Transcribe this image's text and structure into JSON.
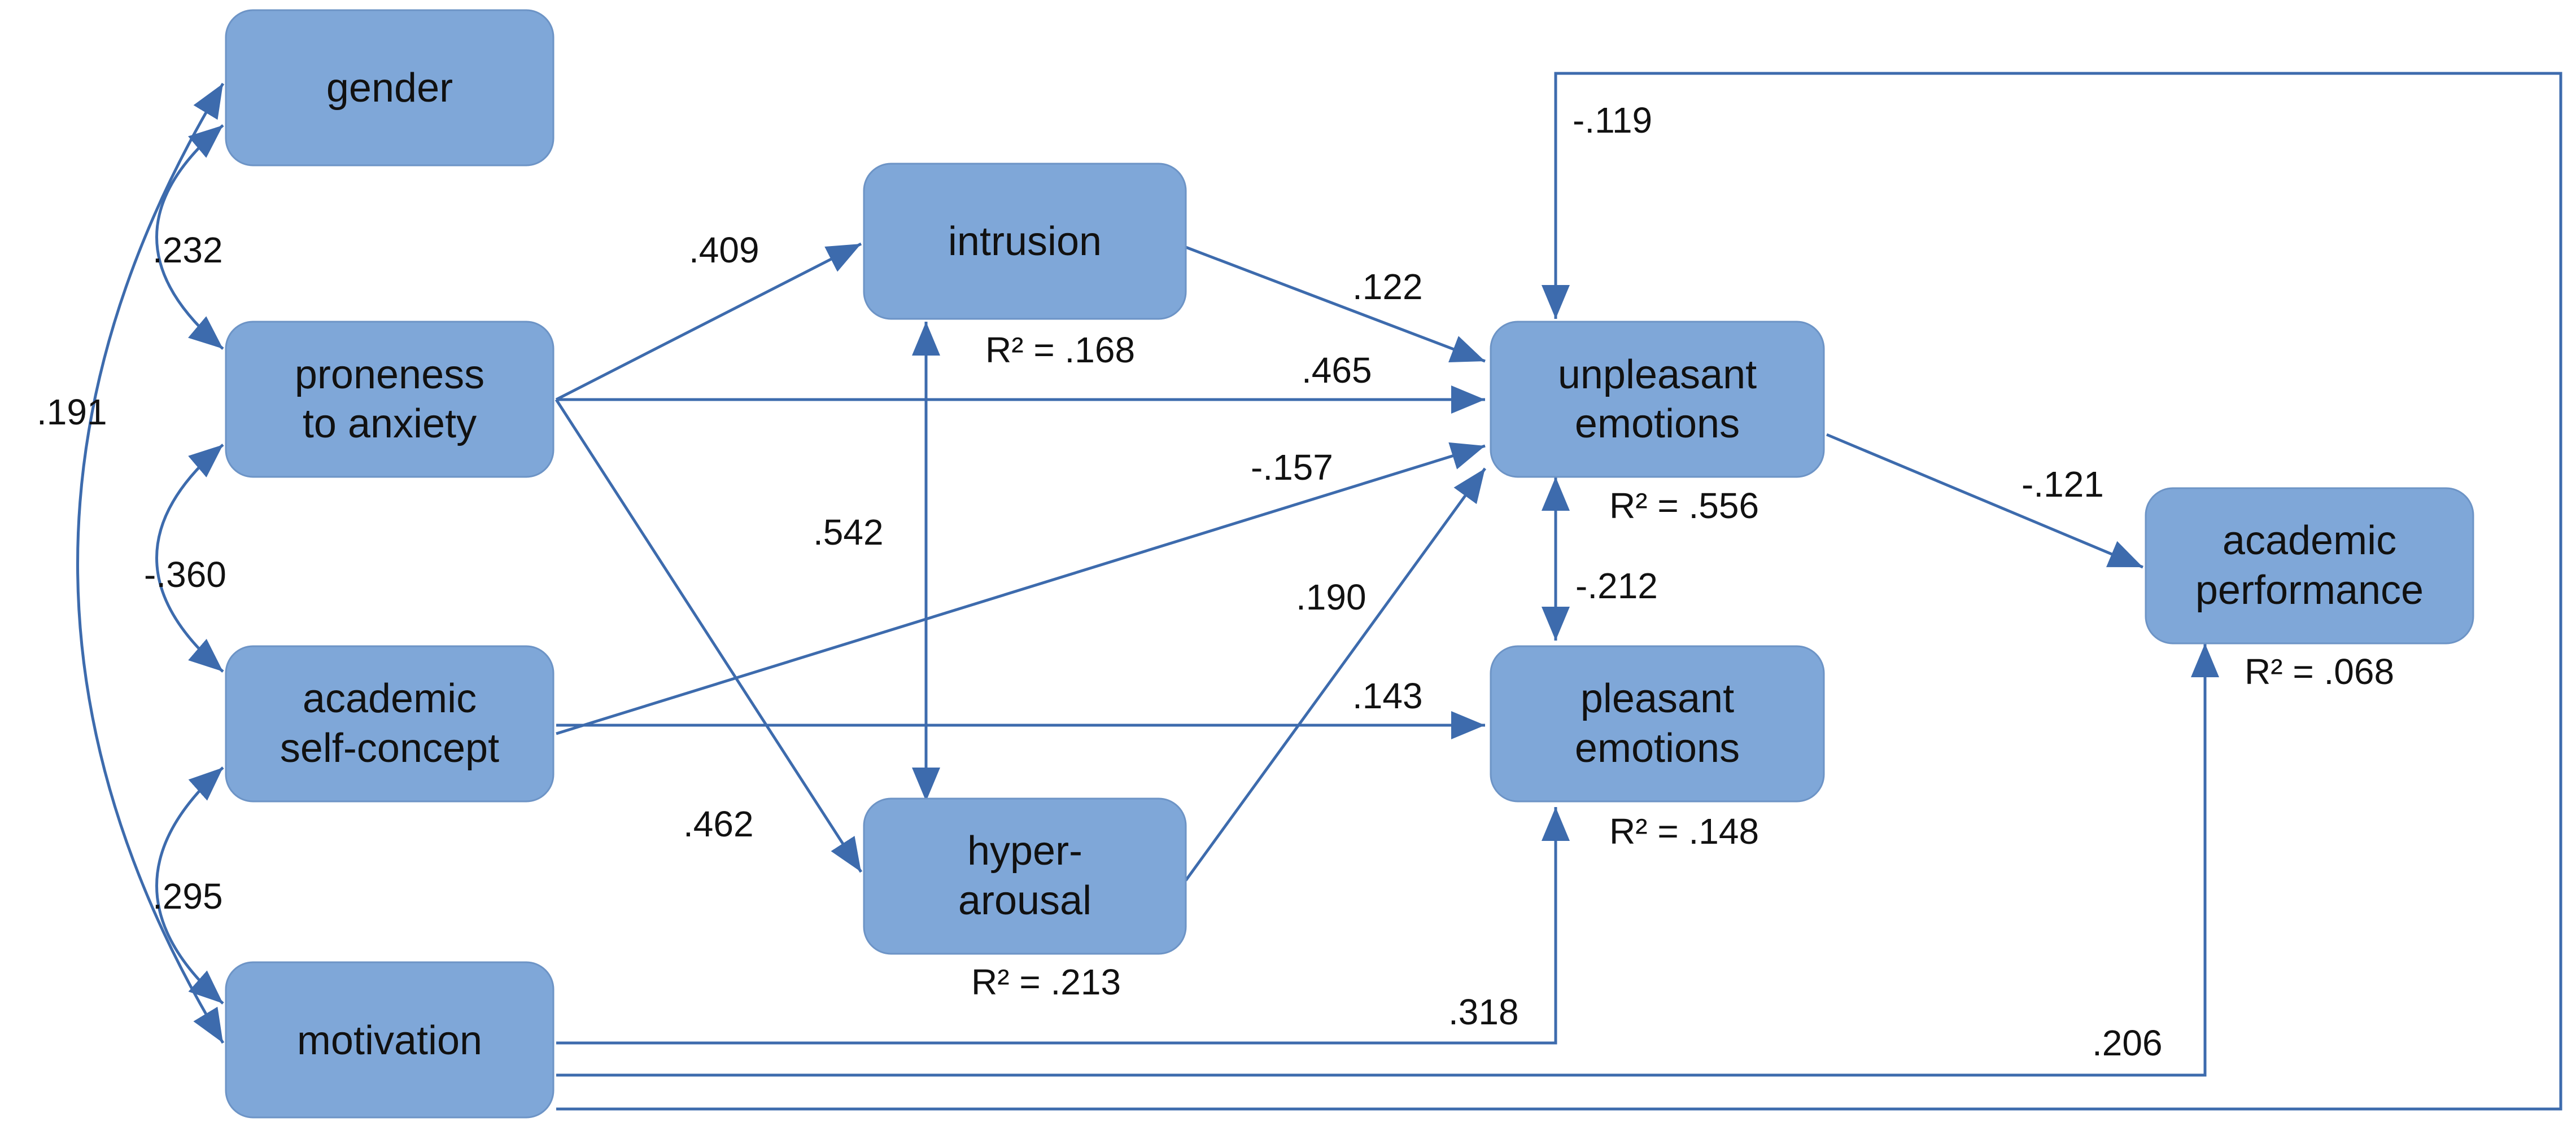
{
  "colors": {
    "node_fill": "#7fa7d8",
    "node_stroke": "#6d94c6",
    "arrow": "#3d6bad",
    "text": "#111111"
  },
  "nodes": {
    "gender": {
      "line1": "gender",
      "line2": ""
    },
    "anxiety": {
      "line1": "proneness",
      "line2": "to anxiety"
    },
    "selfconcept": {
      "line1": "academic",
      "line2": "self-concept"
    },
    "motivation": {
      "line1": "motivation",
      "line2": ""
    },
    "intrusion": {
      "line1": "intrusion",
      "line2": ""
    },
    "hyper": {
      "line1": "hyper-",
      "line2": "arousal"
    },
    "unpleasant": {
      "line1": "unpleasant",
      "line2": "emotions"
    },
    "pleasant": {
      "line1": "pleasant",
      "line2": "emotions"
    },
    "performance": {
      "line1": "academic",
      "line2": "performance"
    }
  },
  "r_squared": {
    "intrusion": "R² = .168",
    "hyper": "R² = .213",
    "unpleasant": "R² = .556",
    "pleasant": "R² = .148",
    "performance": "R² = .068"
  },
  "coefficients": {
    "gender_anxiety": ".232",
    "gender_motivation": ".191",
    "anxiety_selfconcept": "-.360",
    "selfconcept_motivation": ".295",
    "anxiety_intrusion": ".409",
    "anxiety_unpleasant": ".465",
    "anxiety_hyper": ".462",
    "intrusion_unpleasant": ".122",
    "intrusion_hyper": ".542",
    "selfconcept_unpleasant": "-.157",
    "selfconcept_pleasant": ".143",
    "hyper_unpleasant": ".190",
    "unpleasant_pleasant": "-.212",
    "unpleasant_performance": "-.121",
    "motivation_pleasant": ".318",
    "motivation_performance": ".206",
    "motivation_unpleasant": "-.119"
  }
}
